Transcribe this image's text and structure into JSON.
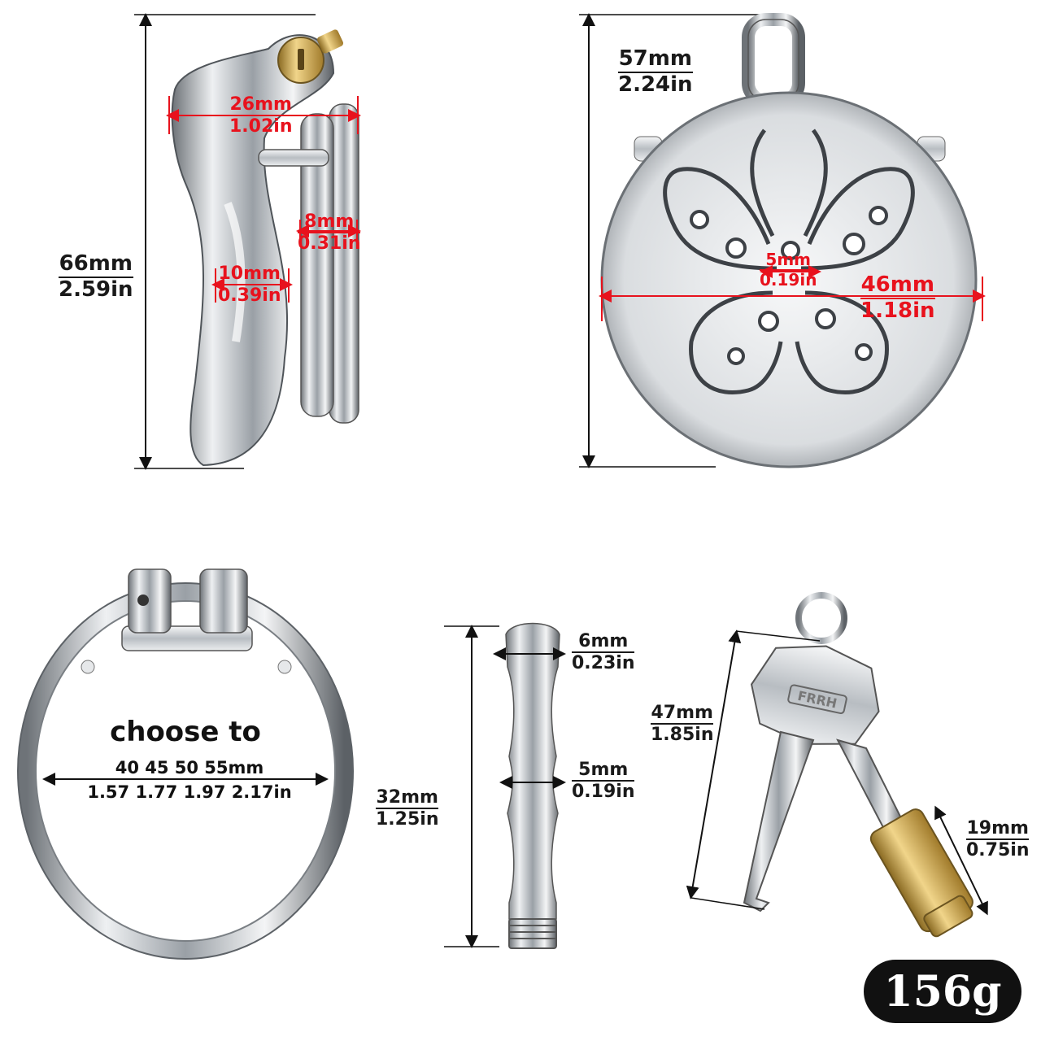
{
  "cage_side": {
    "height": {
      "mm": "66mm",
      "in": "2.59in"
    },
    "length": {
      "mm": "26mm",
      "in": "1.02in"
    },
    "ring_thickness": {
      "mm": "8mm",
      "in": "0.31in"
    },
    "bar_width": {
      "mm": "10mm",
      "in": "0.39in"
    }
  },
  "cage_front": {
    "height": {
      "mm": "57mm",
      "in": "2.24in"
    },
    "hole": {
      "mm": "5mm",
      "in": "0.19in"
    },
    "diameter": {
      "mm": "46mm",
      "in": "1.18in"
    }
  },
  "ring": {
    "title": "choose to",
    "sizes_mm": "40  45  50  55mm",
    "sizes_in": "1.57  1.77  1.97  2.17in"
  },
  "rod": {
    "length": {
      "mm": "32mm",
      "in": "1.25in"
    },
    "tip": {
      "mm": "6mm",
      "in": "0.23in"
    },
    "body": {
      "mm": "5mm",
      "in": "0.19in"
    }
  },
  "keys": {
    "length": {
      "mm": "47mm",
      "in": "1.85in"
    },
    "lock": {
      "mm": "19mm",
      "in": "0.75in"
    },
    "key_engraving": "FRRH"
  },
  "weight": "156g",
  "colors": {
    "accent": "#e8121d",
    "steel": "#c9cdd1",
    "brass": "#c8a24a",
    "badge": "#111111"
  }
}
